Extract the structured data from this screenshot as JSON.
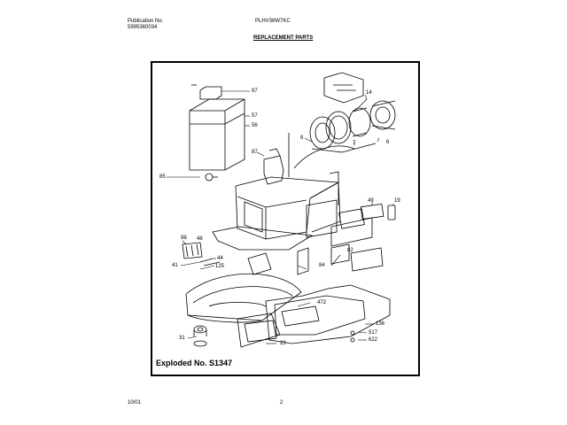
{
  "header": {
    "publication_label": "Publication No.",
    "publication_number": "5995360034",
    "model": "PLHV36W7KC",
    "section_title": "REPLACEMENT PARTS"
  },
  "diagram": {
    "exploded_label": "Exploded No. S1347",
    "callouts": {
      "c97": "97",
      "c57": "57",
      "c56": "56",
      "c87": "87",
      "c85": "85",
      "c14": "14",
      "c8": "8",
      "c7": "7",
      "c6": "6",
      "c49": "49",
      "c19": "19",
      "c98": "98",
      "c48": "48",
      "c44": "44",
      "c41": "41",
      "c125": "125",
      "c82": "82",
      "c84": "84",
      "c472": "472",
      "c136": "136",
      "c517": "517",
      "c31": "31",
      "c23": "23",
      "c622": "622"
    }
  },
  "footer": {
    "date": "10/01",
    "page": "2"
  }
}
